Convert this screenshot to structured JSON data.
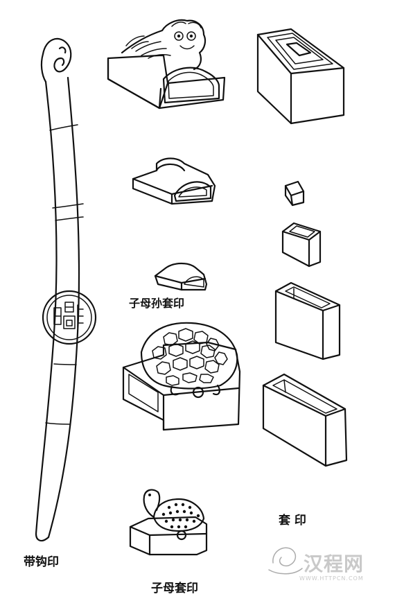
{
  "captions": {
    "belt_hook_seal": "带钩印",
    "mother_child_grandchild_seal": "子母孙套印",
    "mother_child_seal": "子母套印",
    "nested_seal": "套 印"
  },
  "watermark": {
    "brand": "汉程网",
    "url": "WWW.HTTPCN.COM"
  }
}
